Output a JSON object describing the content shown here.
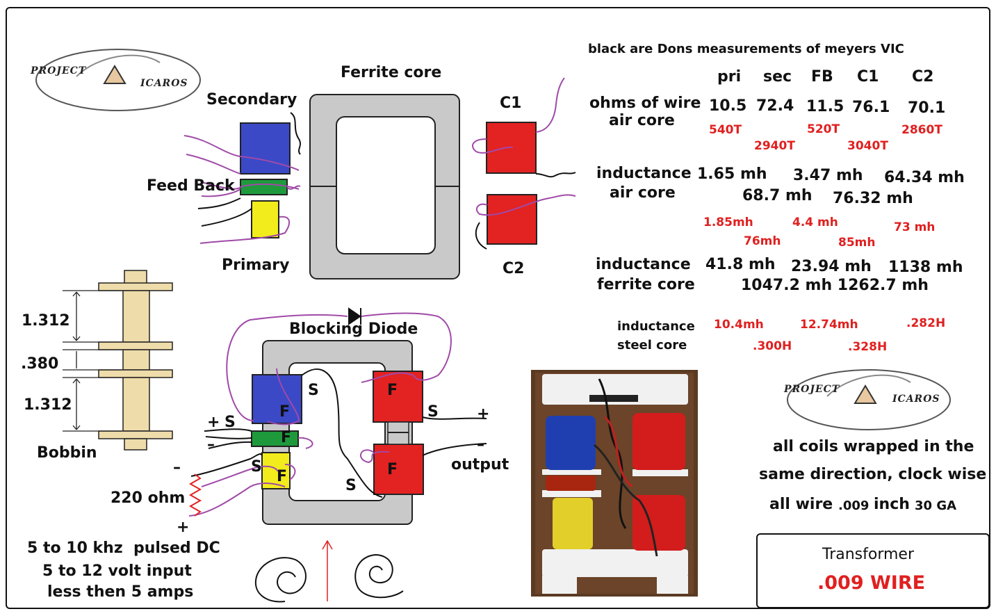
{
  "logo": {
    "line1": "PROJECT",
    "line2": "ICAROS"
  },
  "core": {
    "ferrite_label": "Ferrite core",
    "secondary": "Secondary",
    "feed_back": "Feed Back",
    "primary": "Primary",
    "c1": "C1",
    "c2": "C2"
  },
  "table": {
    "heading": "black are Dons measurements of meyers VIC",
    "columns": [
      "pri",
      "sec",
      "FB",
      "C1",
      "C2"
    ],
    "ohms_label_1": "ohms of wire",
    "ohms_label_2": "air core",
    "ohms_values": [
      "10.5",
      "72.4",
      "11.5",
      "76.1",
      "70.1"
    ],
    "turns": [
      "540T",
      "2940T",
      "520T",
      "3040T",
      "2860T"
    ],
    "ind_air_label_1": "inductance",
    "ind_air_label_2": "air core",
    "ind_air_row1": [
      "1.65 mh",
      "3.47 mh",
      "64.34 mh"
    ],
    "ind_air_row2": [
      "68.7 mh",
      "76.32 mh"
    ],
    "ind_air_red_row1": [
      "1.85mh",
      "4.4 mh",
      "73 mh"
    ],
    "ind_air_red_row2": [
      "76mh",
      "85mh"
    ],
    "ind_fer_label_1": "inductance",
    "ind_fer_label_2": "ferrite core",
    "ind_fer_row1": [
      "41.8 mh",
      "23.94 mh",
      "1138 mh"
    ],
    "ind_fer_row2": "1047.2 mh 1262.7 mh",
    "ind_steel_label_1": "inductance",
    "ind_steel_label_2": "steel core",
    "ind_steel_row1": [
      "10.4mh",
      "12.74mh",
      ".282H"
    ],
    "ind_steel_row2": [
      ".300H",
      ".328H"
    ]
  },
  "bobbin": {
    "dim_top": "1.312",
    "dim_mid": ".380",
    "dim_bot": "1.312",
    "label": "Bobbin"
  },
  "circuit": {
    "blocking_diode": "Blocking Diode",
    "s": "S",
    "f": "F",
    "plus": "+",
    "minus": "–",
    "output": "output",
    "resistor": "220 ohm",
    "input_1": "5 to 10 khz  pulsed DC",
    "input_2": "5 to 12 volt input",
    "input_3": "less then 5 amps"
  },
  "notes": {
    "line1": "all coils wrapped in the",
    "line2": "same direction, clock wise",
    "line3a": "all wire",
    "line3b": ".009",
    "line3c": "inch",
    "line3d": "30 GA"
  },
  "titlebox": {
    "title": "Transformer",
    "subtitle": ".009 WIRE"
  },
  "colors": {
    "blue": "#3b49c7",
    "green": "#1e9a3c",
    "yellow": "#f2ec1c",
    "red": "#e32222",
    "core": "#c9c9c9",
    "wire": "#a04aa8",
    "bobbin": "#eedcaa",
    "accent_red": "#e02020"
  }
}
